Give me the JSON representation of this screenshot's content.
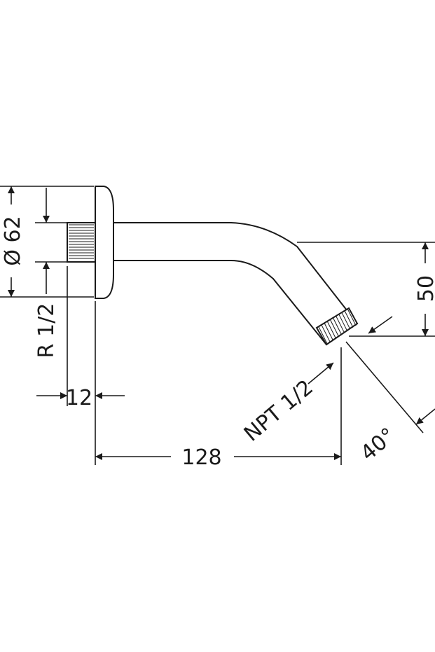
{
  "dimensions": {
    "flange_diameter": "Ø 62",
    "inlet_thread": "R 1/2",
    "inlet_length": "12",
    "arm_length": "128",
    "outlet_thread": "NPT 1/2",
    "drop_height": "50",
    "outlet_angle": "40°"
  }
}
